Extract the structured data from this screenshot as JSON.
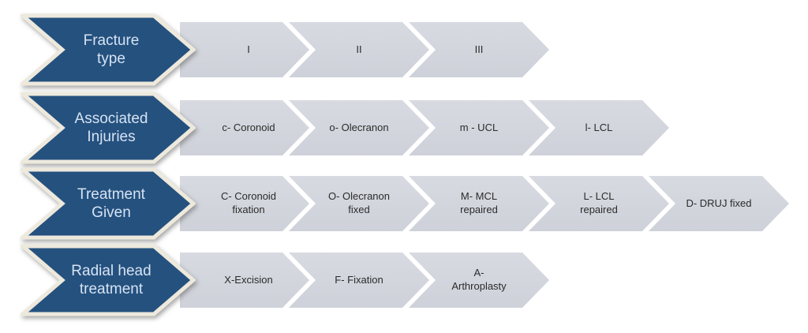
{
  "diagram": {
    "title": "Elbow fracture classification and treatment chevron diagram",
    "colors": {
      "header_arrow_fill": "#25517F",
      "header_arrow_border": "#EDE9DD",
      "header_arrow_text": "#D5E3F2",
      "segment_fill": "#D1D4DC",
      "segment_text": "#2B2B2B",
      "background": "#FFFFFF"
    },
    "rows": [
      {
        "label": "Fracture\ntype",
        "segments": [
          "I",
          "II",
          "III"
        ]
      },
      {
        "label": "Associated\nInjuries",
        "segments": [
          "c- Coronoid",
          "o- Olecranon",
          "m - UCL",
          "l- LCL"
        ]
      },
      {
        "label": "Treatment\nGiven",
        "segments": [
          "C- Coronoid\nfixation",
          "O- Olecranon\nfixed",
          "M- MCL\nrepaired",
          "L- LCL\nrepaired",
          "D- DRUJ fixed"
        ]
      },
      {
        "label": "Radial head\ntreatment",
        "segments": [
          "X-Excision",
          "F- Fixation",
          "A-\nArthroplasty"
        ]
      }
    ]
  }
}
